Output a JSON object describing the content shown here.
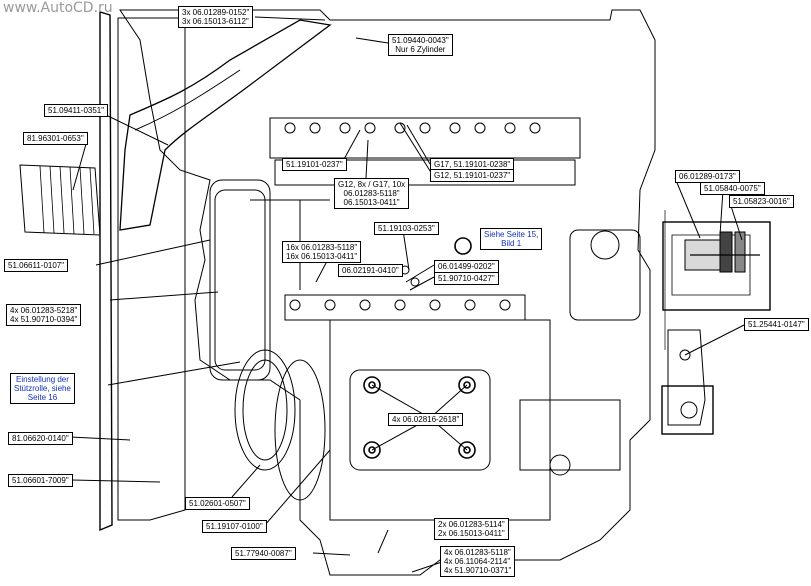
{
  "watermark": "www.AutoCD.ru",
  "callouts": [
    {
      "id": "c1",
      "lines": [
        "3x 06.01289-0152\"",
        "3x 06.15013-6112\""
      ]
    },
    {
      "id": "c2",
      "lines": [
        "51.09440-0043\"",
        "Nur 6 Zylinder"
      ]
    },
    {
      "id": "c3",
      "lines": [
        "51.09411-0351\""
      ]
    },
    {
      "id": "c4",
      "lines": [
        "81.96301-0653\""
      ]
    },
    {
      "id": "c5",
      "lines": [
        "51.19101-0237\""
      ]
    },
    {
      "id": "c6",
      "lines": [
        "G17, 51.19101-0238\""
      ]
    },
    {
      "id": "c7",
      "lines": [
        "G12, 51.19101-0237\""
      ]
    },
    {
      "id": "c8",
      "lines": [
        "G12, 8x / G17, 10x",
        "06.01283-5118\"",
        "06.15013-0411\""
      ]
    },
    {
      "id": "c9",
      "lines": [
        "51.19103-0253\""
      ]
    },
    {
      "id": "c10",
      "lines": [
        "Siehe Seite 15,",
        "Bild 1"
      ]
    },
    {
      "id": "c11",
      "lines": [
        "51.06611-0107\""
      ]
    },
    {
      "id": "c12",
      "lines": [
        "16x 06.01283-5118\"",
        "16x 06.15013-0411\""
      ]
    },
    {
      "id": "c13",
      "lines": [
        "06.02191-0410\""
      ]
    },
    {
      "id": "c14",
      "lines": [
        "06.01499-0202\""
      ]
    },
    {
      "id": "c15",
      "lines": [
        "51.90710-0427\""
      ]
    },
    {
      "id": "c16",
      "lines": [
        "4x 06.01283-5218\"",
        "4x 51.90710-0394\""
      ]
    },
    {
      "id": "c17",
      "lines": [
        "Einstellung der",
        "Stützrolle, siehe",
        "Seite 16"
      ]
    },
    {
      "id": "c18",
      "lines": [
        "4x 06.02816-2618\""
      ]
    },
    {
      "id": "c19",
      "lines": [
        "81.06620-0140\""
      ]
    },
    {
      "id": "c20",
      "lines": [
        "51.06601-7009\""
      ]
    },
    {
      "id": "c21",
      "lines": [
        "51.02601-0507\""
      ]
    },
    {
      "id": "c22",
      "lines": [
        "51.19107-0100\""
      ]
    },
    {
      "id": "c23",
      "lines": [
        "2x 06.01283-5114\"",
        "2x 06.15013-0411\""
      ]
    },
    {
      "id": "c24",
      "lines": [
        "51.77940-0087\""
      ]
    },
    {
      "id": "c25",
      "lines": [
        "4x 06.01283-5118\"",
        "4x 06.11064-2114\"",
        "4x 51.90710-0371\""
      ]
    },
    {
      "id": "c26",
      "lines": [
        "06.01289-0173\""
      ]
    },
    {
      "id": "c27",
      "lines": [
        "51.05840-0075\""
      ]
    },
    {
      "id": "c28",
      "lines": [
        "51.05823-0016\""
      ]
    },
    {
      "id": "c29",
      "lines": [
        "51.25441-0147\""
      ]
    }
  ]
}
